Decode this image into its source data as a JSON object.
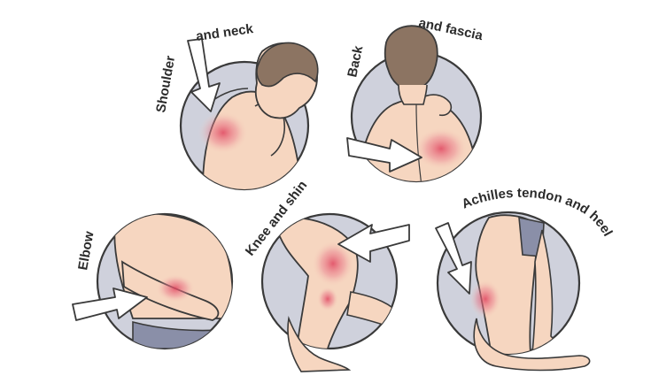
{
  "colors": {
    "circle_fill": "#cfd1dc",
    "circle_ring": "#ffffff",
    "circle_outline": "#3a3a3a",
    "skin": "#f6d6c0",
    "pain": "#e0455f",
    "hair": "#8c7462",
    "arrow_fill": "#ffffff",
    "label_text": "#2b2b2b"
  },
  "panels": [
    {
      "id": "shoulder-neck",
      "label_lines": [
        "Shoulder",
        "and neck"
      ]
    },
    {
      "id": "back-fascia",
      "label_lines": [
        "Back",
        "and fascia"
      ]
    },
    {
      "id": "elbow",
      "label_lines": [
        "Elbow"
      ]
    },
    {
      "id": "knee-shin",
      "label_lines": [
        "Knee and shin"
      ]
    },
    {
      "id": "achilles-heel",
      "label_lines": [
        "Achilles tendon and heel"
      ]
    }
  ]
}
